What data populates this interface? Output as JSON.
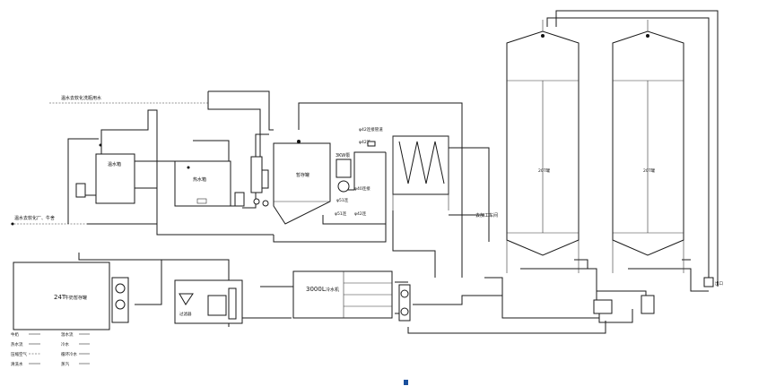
{
  "labels": {
    "top_line": "温水去软化洗瓶用水",
    "left_line": "温水去软化厂、牛舍",
    "warm_tank": "温水箱",
    "hot_tank": "热水箱",
    "mix_tank": "暂存罐",
    "motor": "3KW泵",
    "big_tank": "24T",
    "big_tank_sub": "牛奶暂存罐",
    "chiller": "3000L",
    "chiller_sub": "冷水机",
    "silo1": "20T罐",
    "silo2": "20T罐",
    "to_process": "去加工车间",
    "filter": "过滤器",
    "pipe_a": "φ42连接管道",
    "pipe_b": "φ40连接",
    "pipe_c": "φ51连",
    "pipe_d": "φ42连",
    "pipe_e": "φ51连",
    "pipe_f": "φ42连",
    "outlet": "出口"
  },
  "legend": [
    {
      "name": "牛奶"
    },
    {
      "name": "热水流"
    },
    {
      "name": "压缩空气"
    },
    {
      "name": "清洗水"
    },
    {
      "name": "温水流"
    },
    {
      "name": "冷水"
    },
    {
      "name": "循环冷水"
    },
    {
      "name": "蒸汽"
    }
  ]
}
